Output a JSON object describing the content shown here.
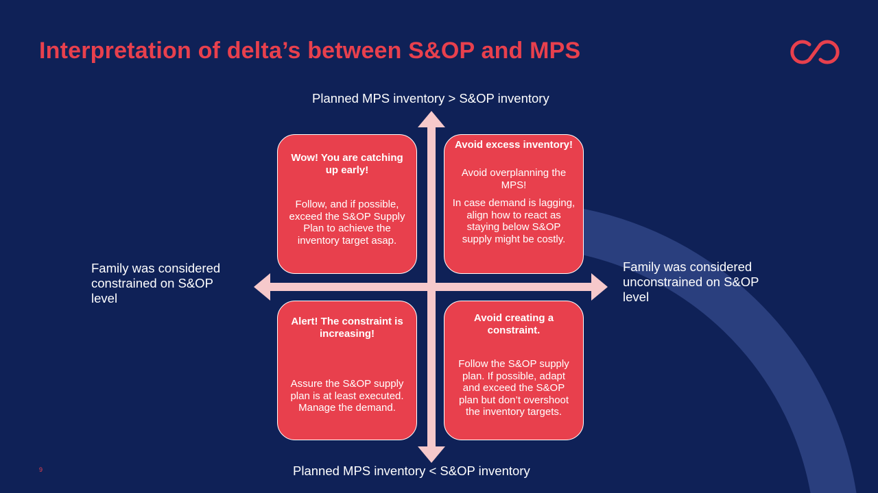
{
  "slide": {
    "title": "Interpretation of delta’s between S&OP and MPS",
    "page_number": "9",
    "colors": {
      "background": "#0f2157",
      "accent": "#e8404d",
      "arrow": "#f6c9cb",
      "arc": "#2a3f7e"
    },
    "logo_icon": "infinity-loop-logo-icon"
  },
  "axes": {
    "top": "Planned MPS inventory > S&OP inventory",
    "bottom": "Planned MPS inventory < S&OP inventory",
    "left": "Family was considered constrained on S&OP level",
    "right": "Family was considered unconstrained on S&OP level"
  },
  "quadrants": {
    "top_left": {
      "title": "Wow! You are catching up early!",
      "body": "Follow, and if possible, exceed the S&OP Supply Plan to achieve the inventory target asap."
    },
    "top_right": {
      "title": "Avoid excess inventory!",
      "body": "Avoid overplanning the MPS!",
      "body2": "In case demand is lagging, align how to react as staying below S&OP supply might be costly."
    },
    "bottom_left": {
      "title": "Alert! The constraint is increasing!",
      "body": "Assure the S&OP supply plan is at least executed. Manage the demand."
    },
    "bottom_right": {
      "title": "Avoid creating a constraint.",
      "body": "Follow the S&OP supply plan. If possible, adapt and exceed the S&OP plan but don’t overshoot the inventory targets."
    }
  }
}
